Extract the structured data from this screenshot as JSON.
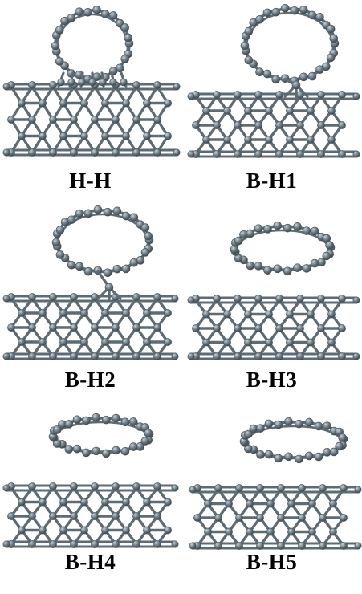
{
  "figure": {
    "atom_color": "#6b7a84",
    "atom_highlight": "#c9d1d6",
    "bond_color": "#5d6b74",
    "panels": [
      {
        "id": "hh",
        "label": "H-H",
        "ring_shape": "circle",
        "attachment": "bridge"
      },
      {
        "id": "bh1",
        "label": "B-H1",
        "ring_shape": "circle",
        "attachment": "stem"
      },
      {
        "id": "bh2",
        "label": "B-H2",
        "ring_shape": "circle",
        "attachment": "stem"
      },
      {
        "id": "bh3",
        "label": "B-H3",
        "ring_shape": "ellipse",
        "attachment": "none"
      },
      {
        "id": "bh4",
        "label": "B-H4",
        "ring_shape": "ellipse",
        "attachment": "none"
      },
      {
        "id": "bh5",
        "label": "B-H5",
        "ring_shape": "ellipse",
        "attachment": "none"
      }
    ]
  }
}
